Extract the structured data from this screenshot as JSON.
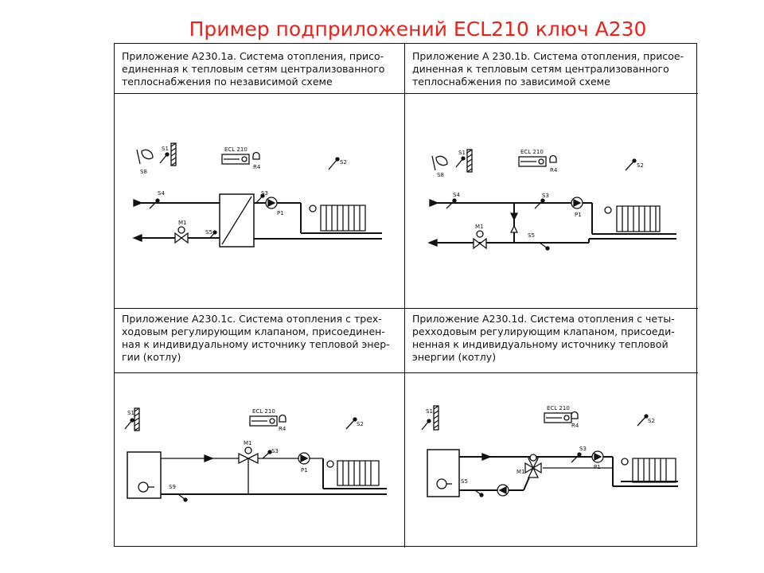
{
  "title": "Пример подприложений ECL210 ключ A230",
  "panels": [
    {
      "caption": "Приложение A230.1a. Система отопления, присо-\nединенная к тепловым сетям централизованного\nтеплоснабжения по независимой схеме",
      "labels": {
        "controller": "ECL 210",
        "r": "R4",
        "s1": "S1",
        "s2": "S2",
        "s3": "S3",
        "s4": "S4",
        "s5": "S5",
        "s8": "S8",
        "m": "M1",
        "p": "P1"
      }
    },
    {
      "caption": "Приложение A 230.1b. Система отопления, присое-\nдиненная к тепловым сетям централизованного\nтеплоснабжения по зависимой схеме",
      "labels": {
        "controller": "ECL 210",
        "r": "R4",
        "s1": "S1",
        "s2": "S2",
        "s3": "S3",
        "s4": "S4",
        "s5": "S5",
        "s8": "S8",
        "m": "M1",
        "p": "P1"
      }
    },
    {
      "caption": "Приложение A230.1c. Система отопления с трех-\nходовым регулирующим клапаном, присоединен-\nная к индивидуальному источнику тепловой энер-\nгии (котлу)",
      "labels": {
        "controller": "ECL 210",
        "r": "R4",
        "s1": "S1",
        "s2": "S2",
        "s3": "S3",
        "s9": "S9",
        "m": "M1",
        "p": "P1"
      }
    },
    {
      "caption": "Приложение A230.1d. Система отопления с четы-\nрехходовым регулирующим клапаном, присоеди-\nненная к индивидуальному источнику тепловой\nэнергии (котлу)",
      "labels": {
        "controller": "ECL 210",
        "r": "R4",
        "s1": "S1",
        "s2": "S2",
        "s3": "S3",
        "s5": "S5",
        "m": "M1",
        "p": "P1"
      }
    }
  ]
}
